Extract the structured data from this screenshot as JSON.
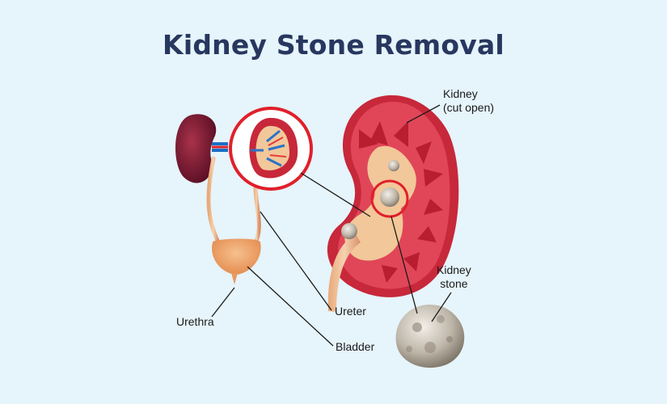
{
  "title": "Kidney Stone Removal",
  "colors": {
    "background": "#e6f4fb",
    "title": "#27375f",
    "highlight_ring": "#e0202a",
    "kidney_outer": "#c7283a",
    "kidney_inner": "#f2c79a",
    "stone": "#c9c2b6"
  },
  "labels": {
    "kidney_line1": "Kidney",
    "kidney_line2": "(cut open)",
    "stone_line1": "Kidney",
    "stone_line2": "stone",
    "ureter": "Ureter",
    "urethra": "Urethra",
    "bladder": "Bladder"
  }
}
